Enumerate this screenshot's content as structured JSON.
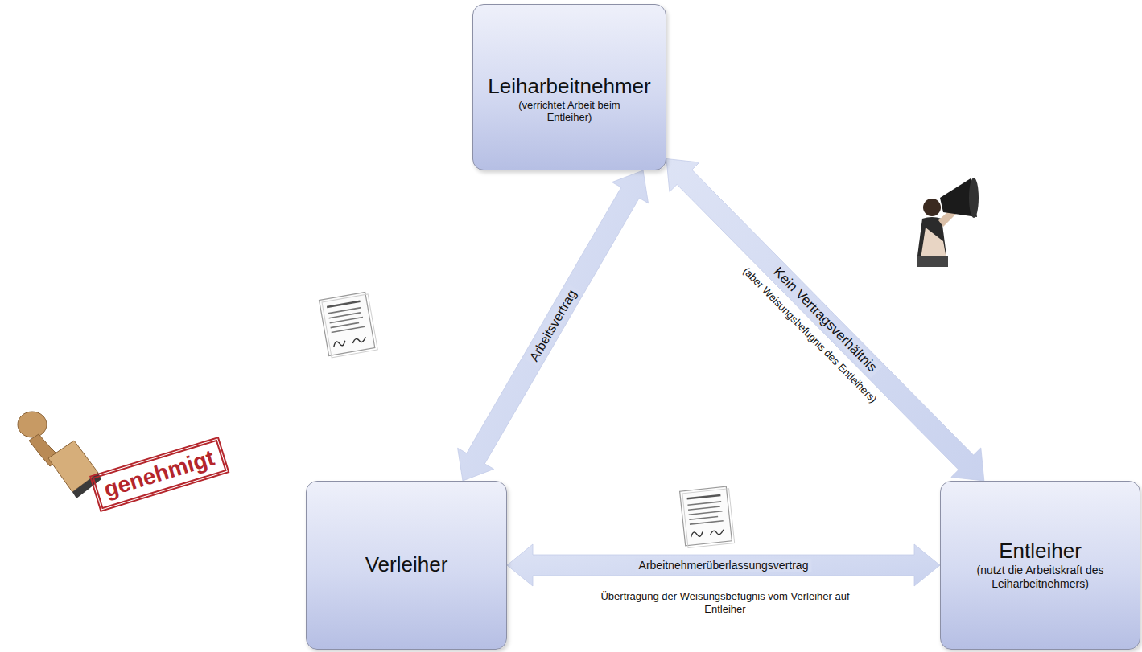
{
  "diagram": {
    "nodes": [
      {
        "text": [
          "Leiharbeitnehmer",
          "(verrichtet Arbeit beim Entleiher)"
        ]
      },
      {
        "text": [
          "Verleiher"
        ]
      },
      {
        "text": [
          "Entleiher",
          "(nutzt die Arbeitskraft des Leiharbeitnehmers)"
        ]
      }
    ],
    "edges": [
      {
        "from": 1,
        "to": 0,
        "arrow": "both",
        "label": "Arbeitsvertrag"
      },
      {
        "from": 2,
        "to": 0,
        "arrow": "both",
        "label": "Kein Vertragsverhältnis"
      },
      {
        "from": 1,
        "to": 2,
        "arrow": "both",
        "label": "Arbeitnehmerüberlassungsvertrag"
      }
    ],
    "labels": [
      "genehmigt",
      "(aber Weisungsbefugnis des Entleihers)",
      "Übertragung der Weisungsbefugnis vom Verleiher auf Entleiher"
    ]
  }
}
